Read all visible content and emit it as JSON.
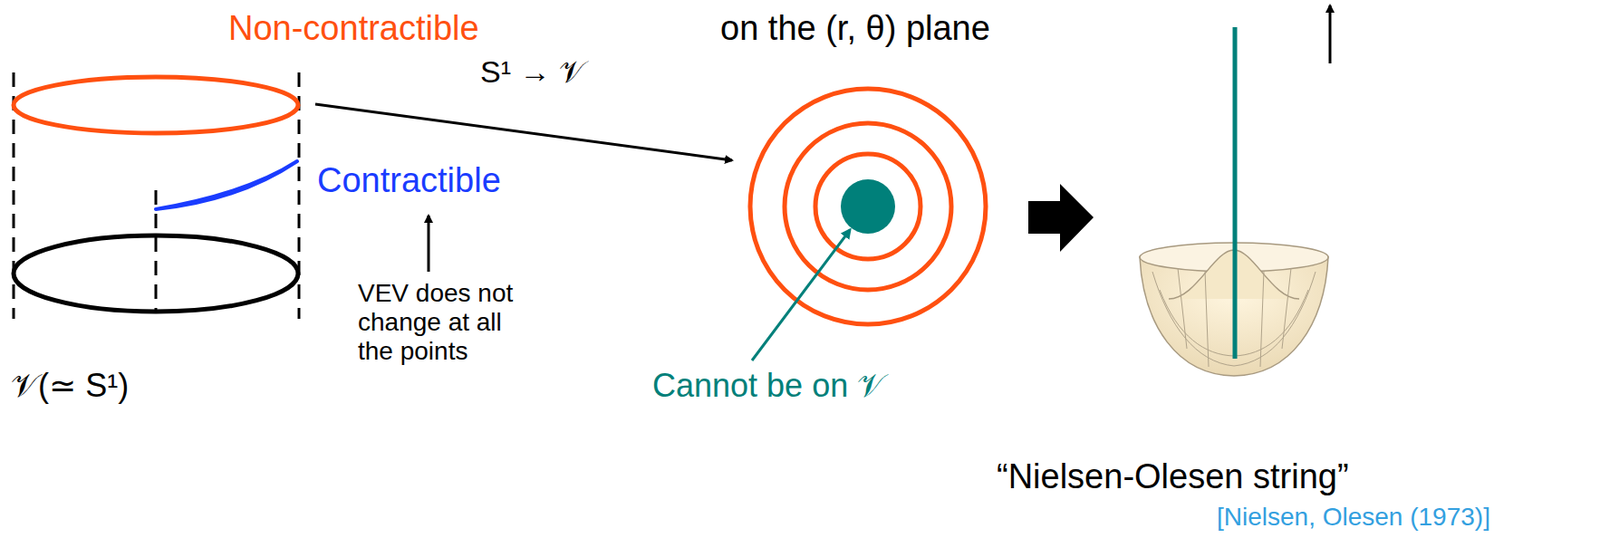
{
  "diagram": {
    "labels": [
      "Non-contractible",
      "on the (r, θ) plane",
      "S¹ → 𝒱",
      "Contractible",
      "VEV does not change at all the points",
      "𝒱(≃ S¹)",
      "Cannot be on 𝒱",
      "“Nielsen-Olesen string”",
      "[Nielsen, Olesen (1973)]"
    ]
  }
}
